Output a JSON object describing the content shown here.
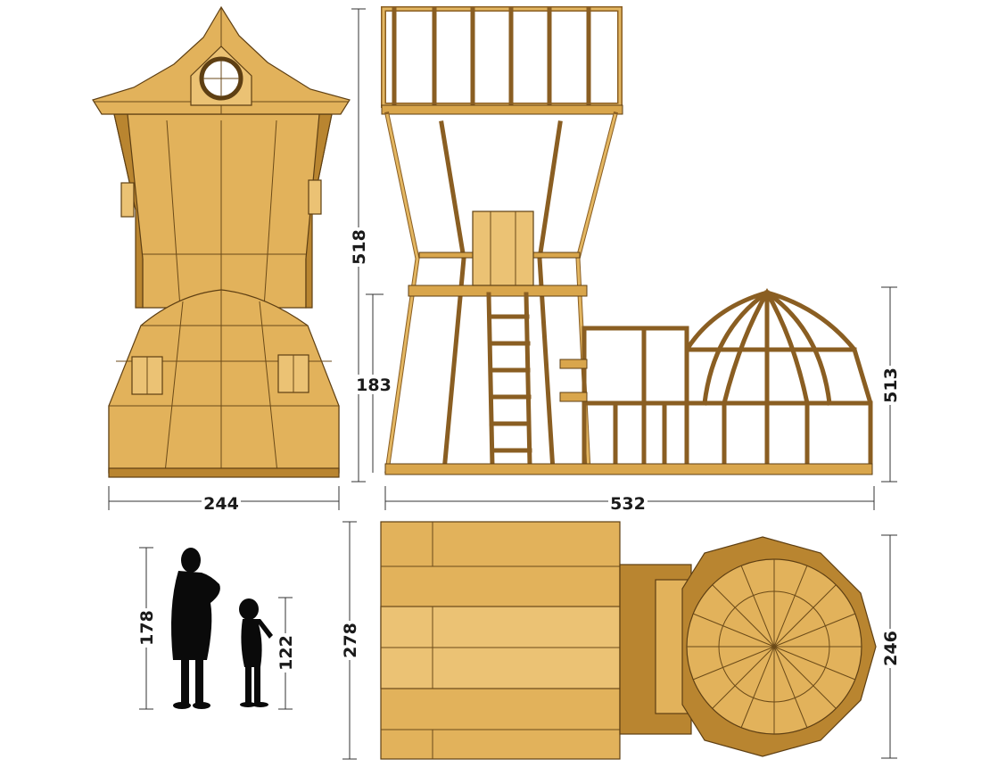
{
  "dimensions": {
    "front_width": "244",
    "front_height": "518",
    "side_length": "532",
    "side_platform_height": "183",
    "side_dome_height": "513",
    "top_depth": "278",
    "top_dome_diameter": "246",
    "adult_height": "178",
    "child_height": "122"
  },
  "colors": {
    "wood": "#e2b25b",
    "wood_dark": "#b98530",
    "outline": "#5e3f13",
    "silhouette": "#0a0a0a"
  }
}
